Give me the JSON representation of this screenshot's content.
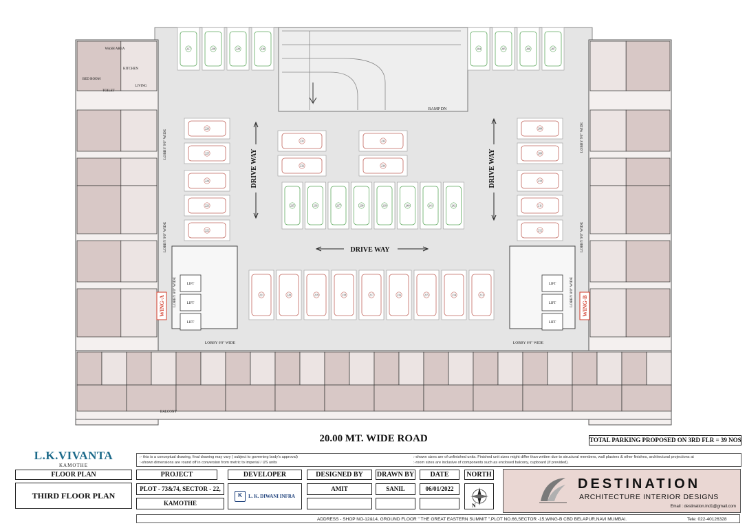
{
  "plan": {
    "drive_way_labels": [
      "DRIVE WAY",
      "DRIVE WAY",
      "DRIVE WAY"
    ],
    "ramp_label": "RAMP DN",
    "wing_a": "WING-A",
    "wing_b": "WING-B",
    "lobby_labels": [
      "LOBBY 9'0\" WIDE",
      "LOBBY 9'0\" WIDE",
      "LOBBY 6'0\" WIDE",
      "LOBBY 6'0\" WIDE",
      "LOBBY 9'0\" WIDE",
      "LOBBY 9'0\" WIDE",
      "LOBBY 8'0\" WIDE",
      "LOBBY 8'0\" WIDE"
    ],
    "lift_labels": [
      "LIFT",
      "LIFT",
      "LIFT",
      "LIFT",
      "LIFT",
      "LIFT"
    ],
    "room_labels": [
      "LIVING",
      "KITCHEN",
      "BED ROOM",
      "TOILET",
      "WASH AREA",
      "BALCONY"
    ],
    "parking_numbers": {
      "top_left": [
        "227",
        "228",
        "229",
        "230"
      ],
      "top_right": [
        "204",
        "205",
        "206",
        "207"
      ],
      "left_col": [
        "226",
        "225",
        "224",
        "223",
        "222"
      ],
      "right_col": [
        "208",
        "209",
        "210",
        "211",
        "212"
      ],
      "mid_left": [
        "231",
        "232"
      ],
      "mid_right": [
        "233",
        "234"
      ],
      "center": [
        "235",
        "236",
        "237",
        "238",
        "239",
        "240",
        "241",
        "242"
      ],
      "bottom": [
        "221",
        "220",
        "219",
        "218",
        "217",
        "216",
        "215",
        "214",
        "213"
      ]
    }
  },
  "road_label": "20.00 MT. WIDE ROAD",
  "parking_note": "TOTAL PARKING PROPOSED ON 3RD FLR = 39 NOS",
  "brand": {
    "name": "L.K.VIVANTA",
    "location": "KAMOTHE"
  },
  "notes": {
    "left_1": ":- this is a conceptual drawing, final drawing may vary ( subject to governing body's approval)",
    "left_2": ":-shown dimensions are round off in conversion from metric to imperial / US units",
    "right_1": ":-shown sizes are of unfinished units. Finished unit sizes might differ than written due to structural members, wall plasters & other finishes, architectural projections at",
    "right_2": ":-room sizes are inclusive of components such as enclosed balcony, cupboard (if provided)."
  },
  "title_block": {
    "floor_plan_hdr": "FLOOR PLAN",
    "floor_plan_val": "THIRD FLOOR PLAN",
    "project_hdr": "PROJECT",
    "project_val1": "PLOT - 73&74, SECTOR - 22,",
    "project_val2": "KAMOTHE",
    "developer_hdr": "DEVELOPER",
    "developer_val": "L. K. DIWANI INFRA",
    "designed_hdr": "DESIGNED BY",
    "designed_val": "AMIT",
    "drawn_hdr": "DRAWN BY",
    "drawn_val": "SANIL",
    "date_hdr": "DATE",
    "date_val": "06/01/2022",
    "north_hdr": "NORTH",
    "north_letter": "N"
  },
  "destination": {
    "title": "DESTINATION",
    "subtitle": "ARCHITECTURE  INTERIOR  DESIGNS",
    "email": "Email : destination.ind1@gmail.com"
  },
  "footer": {
    "address": "ADDRESS - SHOP NO-12&14, GROUND FLOOR \" THE GREAT EASTERN SUMMIT \",PLOT NO.66,SECTOR -15,WING-B CBD BELAPUR,NAVI MUMBAI.",
    "tel": "Tele: 022-40126328"
  },
  "colors": {
    "flat_fill": "#d8c8c6",
    "road_fill": "#e5e5e5",
    "car_green": "#5ea85e",
    "car_red": "#c0655c",
    "wing_red": "#d23b2a",
    "brand_blue": "#1c6a8a"
  }
}
